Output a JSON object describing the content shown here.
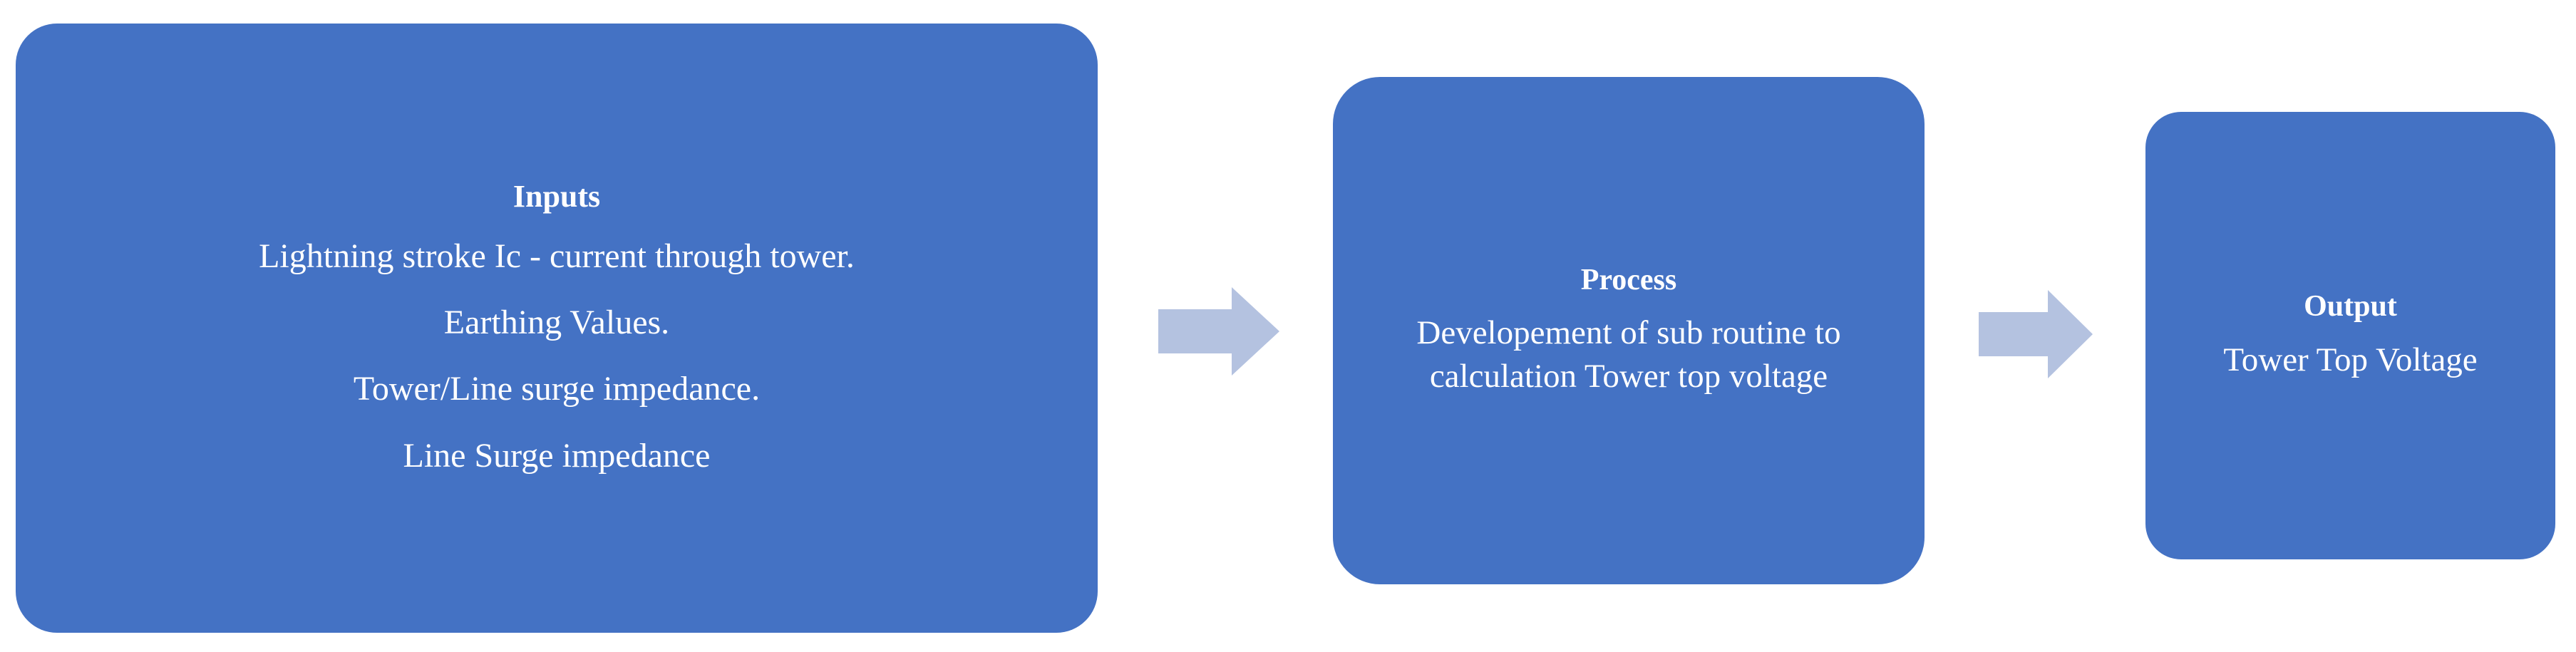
{
  "diagram": {
    "type": "process-flow",
    "background_color": "#FFFFFF",
    "box_fill_color": "#4472C4",
    "box_text_color": "#FFFFFF",
    "arrow_color": "#B4C2E0",
    "nodes": [
      {
        "id": "inputs",
        "title": "Inputs",
        "lines": [
          "Lightning stroke Ic  - current through tower.",
          "Earthing Values.",
          "Tower/Line surge impedance.",
          "Line Surge impedance"
        ]
      },
      {
        "id": "process",
        "title": "Process",
        "lines": [
          "Developement of sub routine to calculation Tower top voltage"
        ]
      },
      {
        "id": "output",
        "title": "Output",
        "lines": [
          "Tower Top Voltage"
        ]
      }
    ],
    "arrows": [
      {
        "id": "arrow-inputs-to-process",
        "direction": "right"
      },
      {
        "id": "arrow-process-to-output",
        "direction": "right"
      }
    ]
  }
}
